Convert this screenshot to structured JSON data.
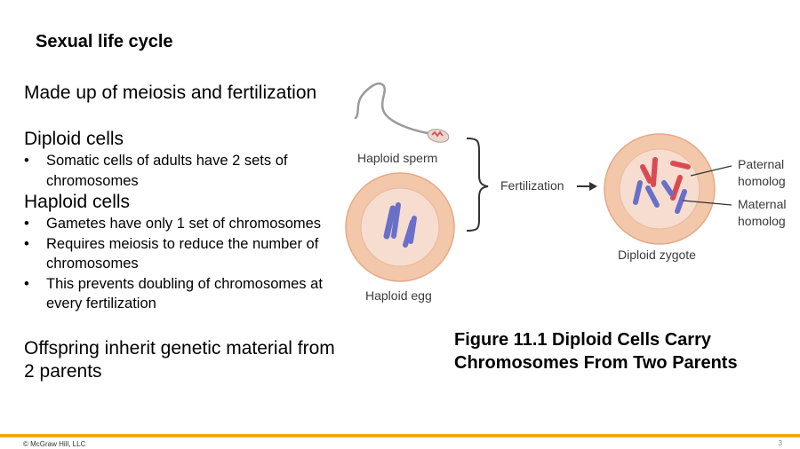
{
  "slide": {
    "title": "Sexual life cycle",
    "intro": "Made up of meiosis and fertilization",
    "diploid": {
      "heading": "Diploid cells",
      "bullets": [
        "Somatic cells of adults have 2 sets of chromosomes"
      ]
    },
    "haploid": {
      "heading": "Haploid cells",
      "bullets": [
        "Gametes have only 1 set of chromosomes",
        "Requires meiosis to reduce the number of chromosomes",
        "This prevents doubling of chromosomes at every fertilization"
      ]
    },
    "offspring": "Offspring inherit genetic material from 2 parents"
  },
  "figure": {
    "labels": {
      "sperm": "Haploid sperm",
      "egg": "Haploid egg",
      "fertilization": "Fertilization",
      "zygote": "Diploid zygote",
      "paternal": "Paternal homolog",
      "maternal": "Maternal homolog"
    },
    "caption": "Figure 11.1 Diploid Cells Carry Chromosomes From Two Parents",
    "colors": {
      "paternal": "#d94b53",
      "maternal": "#6a6fc9",
      "cell_outer": "#f3c7a9",
      "cell_inner": "#f6ddd0"
    }
  },
  "footer": {
    "copyright": "© McGraw Hill, LLC",
    "page": "3",
    "bar_color": "#f6a800"
  }
}
